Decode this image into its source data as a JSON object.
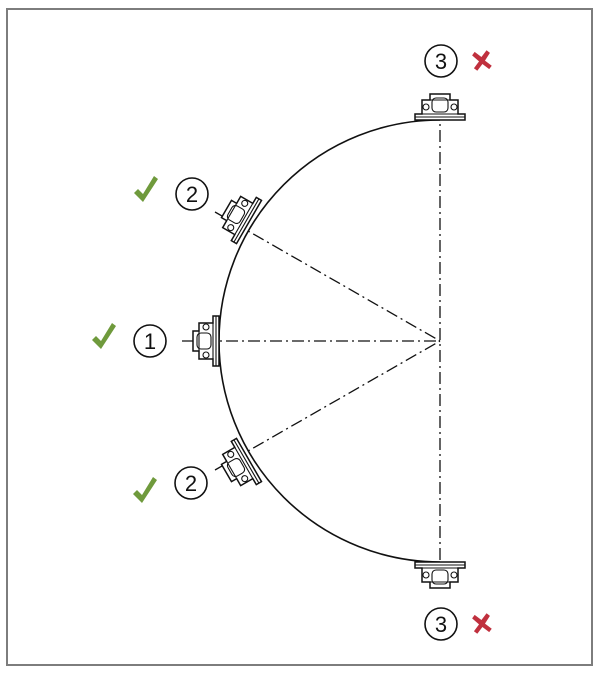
{
  "colors": {
    "frame": "#7d7d7d",
    "check": "#6f9a3c",
    "cross": "#c0303e",
    "line": "#111111"
  },
  "positions": [
    {
      "id": "pos-3-top",
      "label": "3",
      "status": "not-allowed",
      "icon": "cross-icon"
    },
    {
      "id": "pos-2-upper",
      "label": "2",
      "status": "allowed",
      "icon": "check-icon"
    },
    {
      "id": "pos-1-middle",
      "label": "1",
      "status": "allowed",
      "icon": "check-icon"
    },
    {
      "id": "pos-2-lower",
      "label": "2",
      "status": "allowed",
      "icon": "check-icon"
    },
    {
      "id": "pos-3-bottom",
      "label": "3",
      "status": "not-allowed",
      "icon": "cross-icon"
    }
  ]
}
